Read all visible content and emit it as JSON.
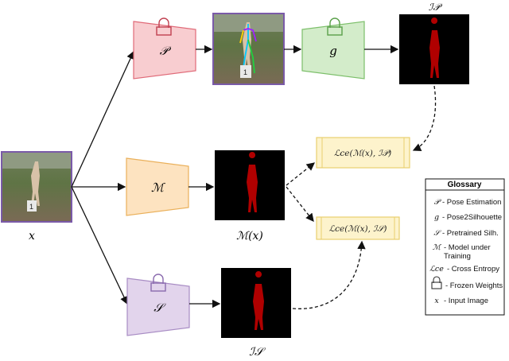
{
  "nodes": {
    "input_label": "x",
    "pose_estimator": "𝒫",
    "pose2silhouette": "g",
    "model": "ℳ",
    "pretrained": "𝒮",
    "pose_output_label": "ℐ𝒫",
    "model_output_label": "ℳ(x)",
    "pretrained_output_label": "ℐ𝒮"
  },
  "losses": {
    "loss_pose": "ℒce(ℳ(x), ℐ𝒫)",
    "loss_silh": "ℒce(ℳ(x), ℐ𝒮)"
  },
  "glossary": {
    "title": "Glossary",
    "items": [
      {
        "sym": "𝒫",
        "text": "- Pose Estimation"
      },
      {
        "sym": "g",
        "text": "- Pose2Silhouette"
      },
      {
        "sym": "𝒮",
        "text": "- Pretrained Silh."
      },
      {
        "sym": "ℳ",
        "text": "- Model under"
      },
      {
        "sym": "",
        "text": "Training"
      },
      {
        "sym": "ℒce",
        "text": "- Cross Entropy"
      },
      {
        "sym": "lock",
        "text": "- Frozen Weights"
      },
      {
        "sym": "x",
        "text": "- Input Image"
      }
    ]
  },
  "colors": {
    "pose_fill": "#f8cdd0",
    "pose_stroke": "#e06a78",
    "g_fill": "#d3ecca",
    "g_stroke": "#7cbf6a",
    "model_fill": "#fde3c0",
    "model_stroke": "#eab05a",
    "pretrained_fill": "#e2d4ec",
    "pretrained_stroke": "#a88cc4",
    "loss_fill": "#fdf3cc",
    "loss_stroke": "#e9cf6e",
    "silhouette": "#b00000"
  }
}
